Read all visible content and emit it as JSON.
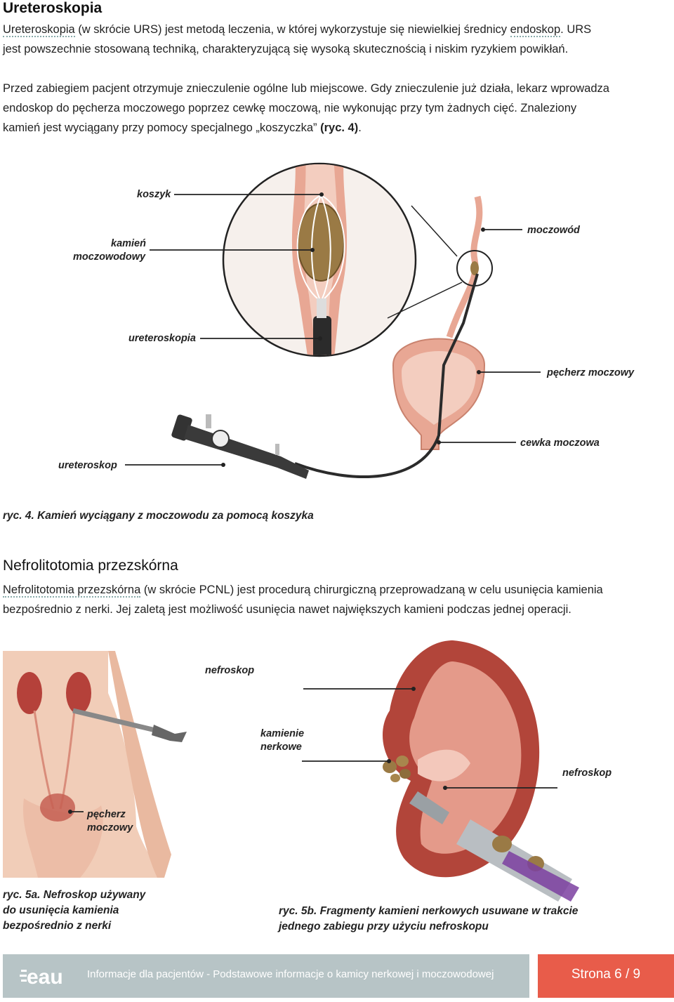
{
  "section1": {
    "title": "Ureteroskopia",
    "intro_link": "Ureteroskopia",
    "intro_rest_line1": " (w skrócie URS) jest metodą leczenia, w której wykorzystuje się niewielkiej średnicy ",
    "intro_link2": "endoskop",
    "intro_rest_line1b": ". URS",
    "intro_line2": "jest powszechnie stosowaną techniką, charakteryzującą się wysoką skutecznością i niskim ryzykiem powikłań.",
    "para2_line1": "Przed zabiegiem pacjent otrzymuje znieczulenie ogólne lub miejscowe. Gdy znieczulenie już działa, lekarz wprowadza",
    "para2_line2": "endoskop do pęcherza moczowego poprzez cewkę moczową, nie wykonując przy tym żadnych cięć. Znaleziony",
    "para2_line3": "kamień jest wyciągany przy pomocy specjalnego „koszyczka”",
    "para2_ref": " (ryc. 4)",
    "para2_end": "."
  },
  "figure4": {
    "labels": {
      "koszyk": "koszyk",
      "kamien1": "kamień",
      "kamien2": "moczowodowy",
      "moczowod": "moczowód",
      "ureteroskopia": "ureteroskopia",
      "pecherz": "pęcherz moczowy",
      "cewka": "cewka moczowa",
      "ureteroskop": "ureteroskop"
    },
    "caption": "ryc. 4. Kamień wyciągany z moczowodu za pomocą koszyka"
  },
  "section2": {
    "title": "Nefrolitotomia przezskórna",
    "link": "Nefrolitotomia przezskórna",
    "line1_rest": " (w skrócie PCNL) jest procedurą chirurgiczną przeprowadzaną w celu usunięcia kamienia",
    "line2": "bezpośrednio z nerki. Jej zaletą jest możliwość usunięcia nawet największych kamieni podczas jednej operacji."
  },
  "figure5": {
    "labels": {
      "nefroskop_a": "nefroskop",
      "kamienie1": "kamienie",
      "kamienie2": "nerkowe",
      "nefroskop_b": "nefroskop",
      "pecherz1": "pęcherz",
      "pecherz2": "moczowy"
    },
    "caption_a_line1": "ryc. 5a. Nefroskop używany",
    "caption_a_line2": "do usunięcia kamienia",
    "caption_a_line3": "bezpośrednio z nerki",
    "caption_b_line1": "ryc. 5b. Fragmenty kamieni nerkowych usuwane w trakcie",
    "caption_b_line2": "jednego zabiegu przy użyciu nefroskopu"
  },
  "footer": {
    "logo_text": "eau",
    "text": "Informacje dla pacjentów - Podstawowe informacje o kamicy nerkowej i moczowodowej",
    "page": "Strona 6 / 9"
  },
  "colors": {
    "footer_gray": "#b7c4c6",
    "footer_red": "#e85c4a",
    "tissue": "#d98c7a",
    "stone": "#9a7a45"
  }
}
